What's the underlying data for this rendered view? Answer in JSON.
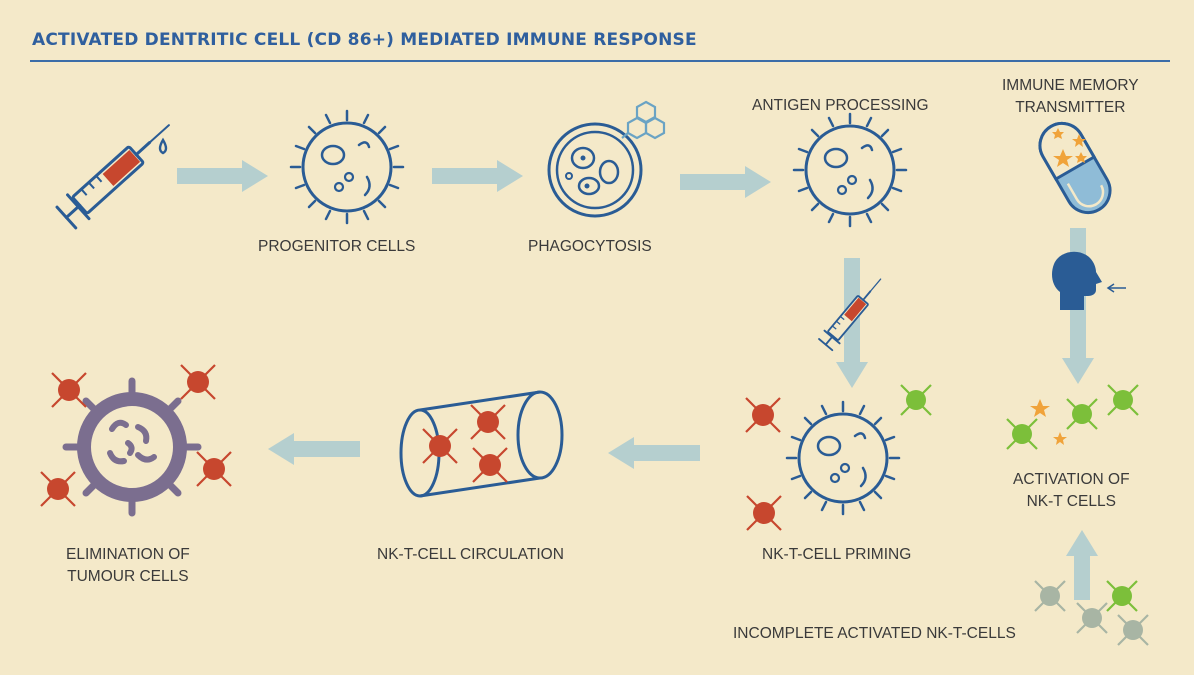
{
  "title": "ACTIVATED DENTRITIC CELL (CD 86+) MEDIATED IMMUNE RESPONSE",
  "labels": {
    "progenitor": "PROGENITOR CELLS",
    "phagocytosis": "PHAGOCYTOSIS",
    "antigen": "ANTIGEN PROCESSING",
    "memory_line1": "IMMUNE MEMORY",
    "memory_line2": "TRANSMITTER",
    "activation_line1": "ACTIVATION OF",
    "activation_line2": "NK-T CELLS",
    "priming": "NK-T-CELL PRIMING",
    "circulation": "NK-T-CELL CIRCULATION",
    "elimination_line1": "ELIMINATION OF",
    "elimination_line2": "TUMOUR CELLS",
    "incomplete": "INCOMPLETE ACTIVATED NK-T-CELLS"
  },
  "icons": [
    "syringe-icon",
    "cell-icon",
    "phagocyte-icon",
    "molecule-icon",
    "capsule-icon",
    "head-icon",
    "blood-vessel-icon",
    "tumour-cell-icon",
    "nk-cell-icon",
    "star-icon",
    "arrow-icon"
  ],
  "colors": {
    "background": "#f4e9c9",
    "title": "#2f5f9e",
    "outline": "#2a5c95",
    "arrow": "#b5cfcf",
    "red_cell": "#c7472e",
    "green_cell": "#7cbf3a",
    "grey_cell": "#a8b5a4",
    "tumour": "#7b6e8f",
    "star": "#f0a33a",
    "capsule": "#8fbcd7"
  }
}
